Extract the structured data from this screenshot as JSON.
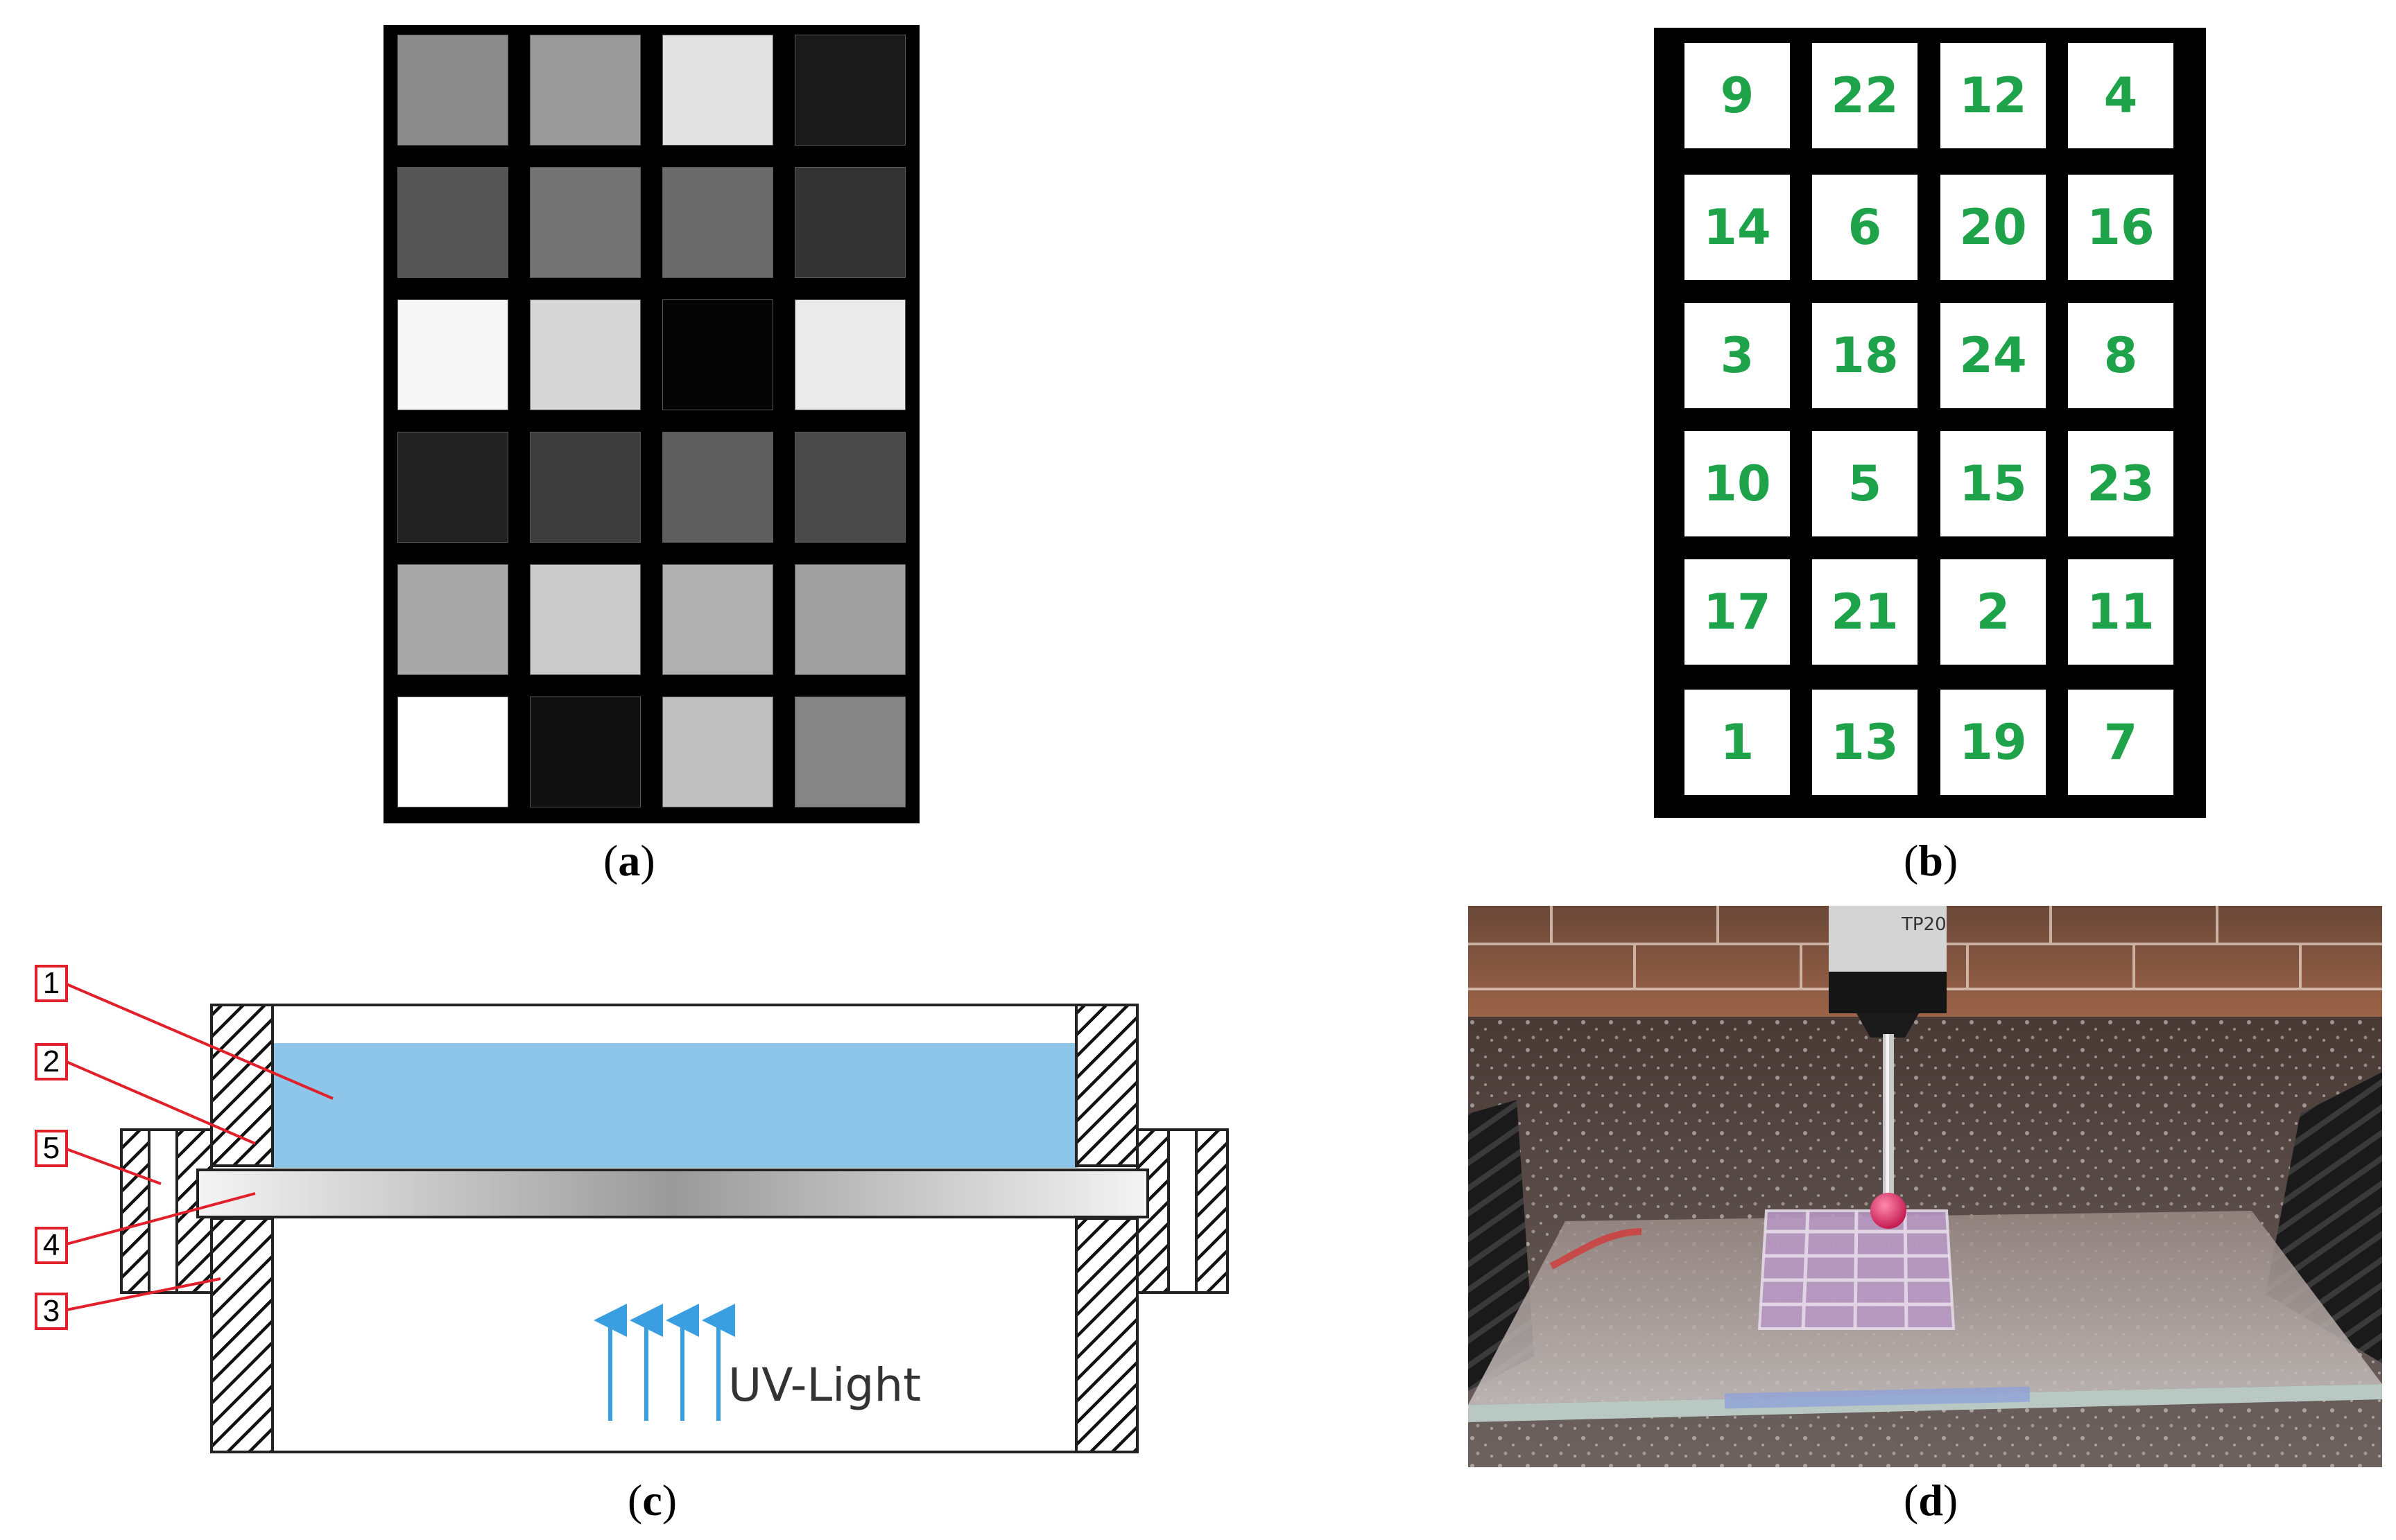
{
  "panel_a": {
    "caption_letter": "a",
    "grid": [
      [
        "#8c8c8c",
        "#9a9a9a",
        "#e2e2e2",
        "#1a1a1a"
      ],
      [
        "#555555",
        "#737373",
        "#6a6a6a",
        "#333333"
      ],
      [
        "#f6f6f6",
        "#d6d6d6",
        "#050505",
        "#ebebeb"
      ],
      [
        "#222222",
        "#3c3c3c",
        "#5f5f5f",
        "#4a4a4a"
      ],
      [
        "#a8a8a8",
        "#cbcbcb",
        "#b0b0b0",
        "#a0a0a0"
      ],
      [
        "#ffffff",
        "#101010",
        "#c0c0c0",
        "#858585"
      ]
    ]
  },
  "panel_b": {
    "caption_letter": "b",
    "numbers": [
      [
        "9",
        "22",
        "12",
        "4"
      ],
      [
        "14",
        "6",
        "20",
        "16"
      ],
      [
        "3",
        "18",
        "24",
        "8"
      ],
      [
        "10",
        "5",
        "15",
        "23"
      ],
      [
        "17",
        "21",
        "2",
        "11"
      ],
      [
        "1",
        "13",
        "19",
        "7"
      ]
    ],
    "text_color": "#1ea34a"
  },
  "panel_c": {
    "caption_letter": "c",
    "labels": [
      "1",
      "2",
      "5",
      "4",
      "3"
    ],
    "uv_label": "UV-Light",
    "resin_color": "#8ec6ea",
    "arrow_color": "#3a9fe0",
    "label_border_color": "#e0202a"
  },
  "panel_d": {
    "caption_letter": "d",
    "probe_label": "TP20"
  }
}
